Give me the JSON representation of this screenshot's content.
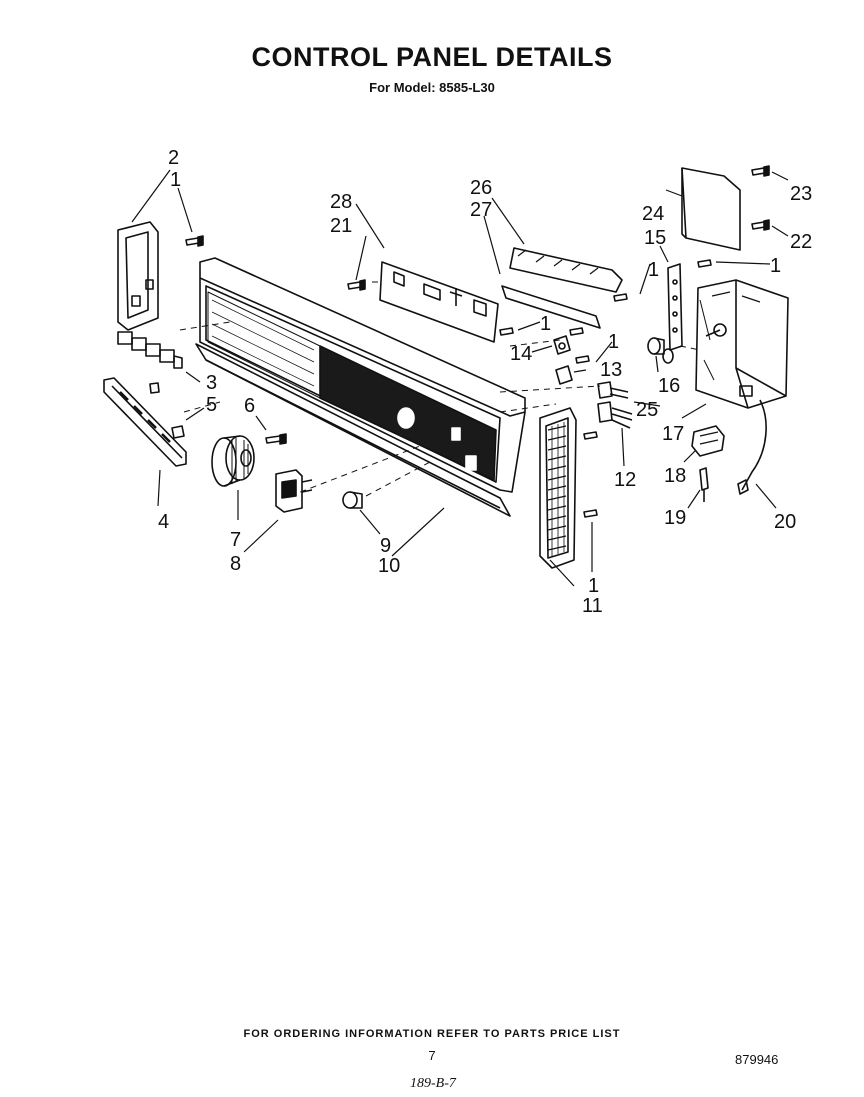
{
  "header": {
    "title": "CONTROL PANEL DETAILS",
    "subtitle": "For Model: 8585-L30"
  },
  "callouts": {
    "c1a": "1",
    "c1b": "1",
    "c1c": "1",
    "c1d": "1",
    "c1e": "1",
    "c1f": "1",
    "c1g": "1",
    "c2": "2",
    "c3": "3",
    "c4": "4",
    "c5": "5",
    "c6": "6",
    "c7": "7",
    "c8": "8",
    "c9": "9",
    "c10": "10",
    "c11": "11",
    "c12": "12",
    "c13": "13",
    "c14": "14",
    "c15": "15",
    "c16": "16",
    "c17": "17",
    "c18": "18",
    "c19": "19",
    "c20": "20",
    "c21": "21",
    "c22": "22",
    "c23": "23",
    "c24": "24",
    "c25": "25",
    "c26": "26",
    "c27": "27",
    "c28": "28"
  },
  "footer": {
    "ordering_note": "FOR ORDERING INFORMATION REFER TO PARTS PRICE LIST",
    "page_number": "7",
    "document_number": "879946",
    "handwritten_note": "189-B-7"
  }
}
